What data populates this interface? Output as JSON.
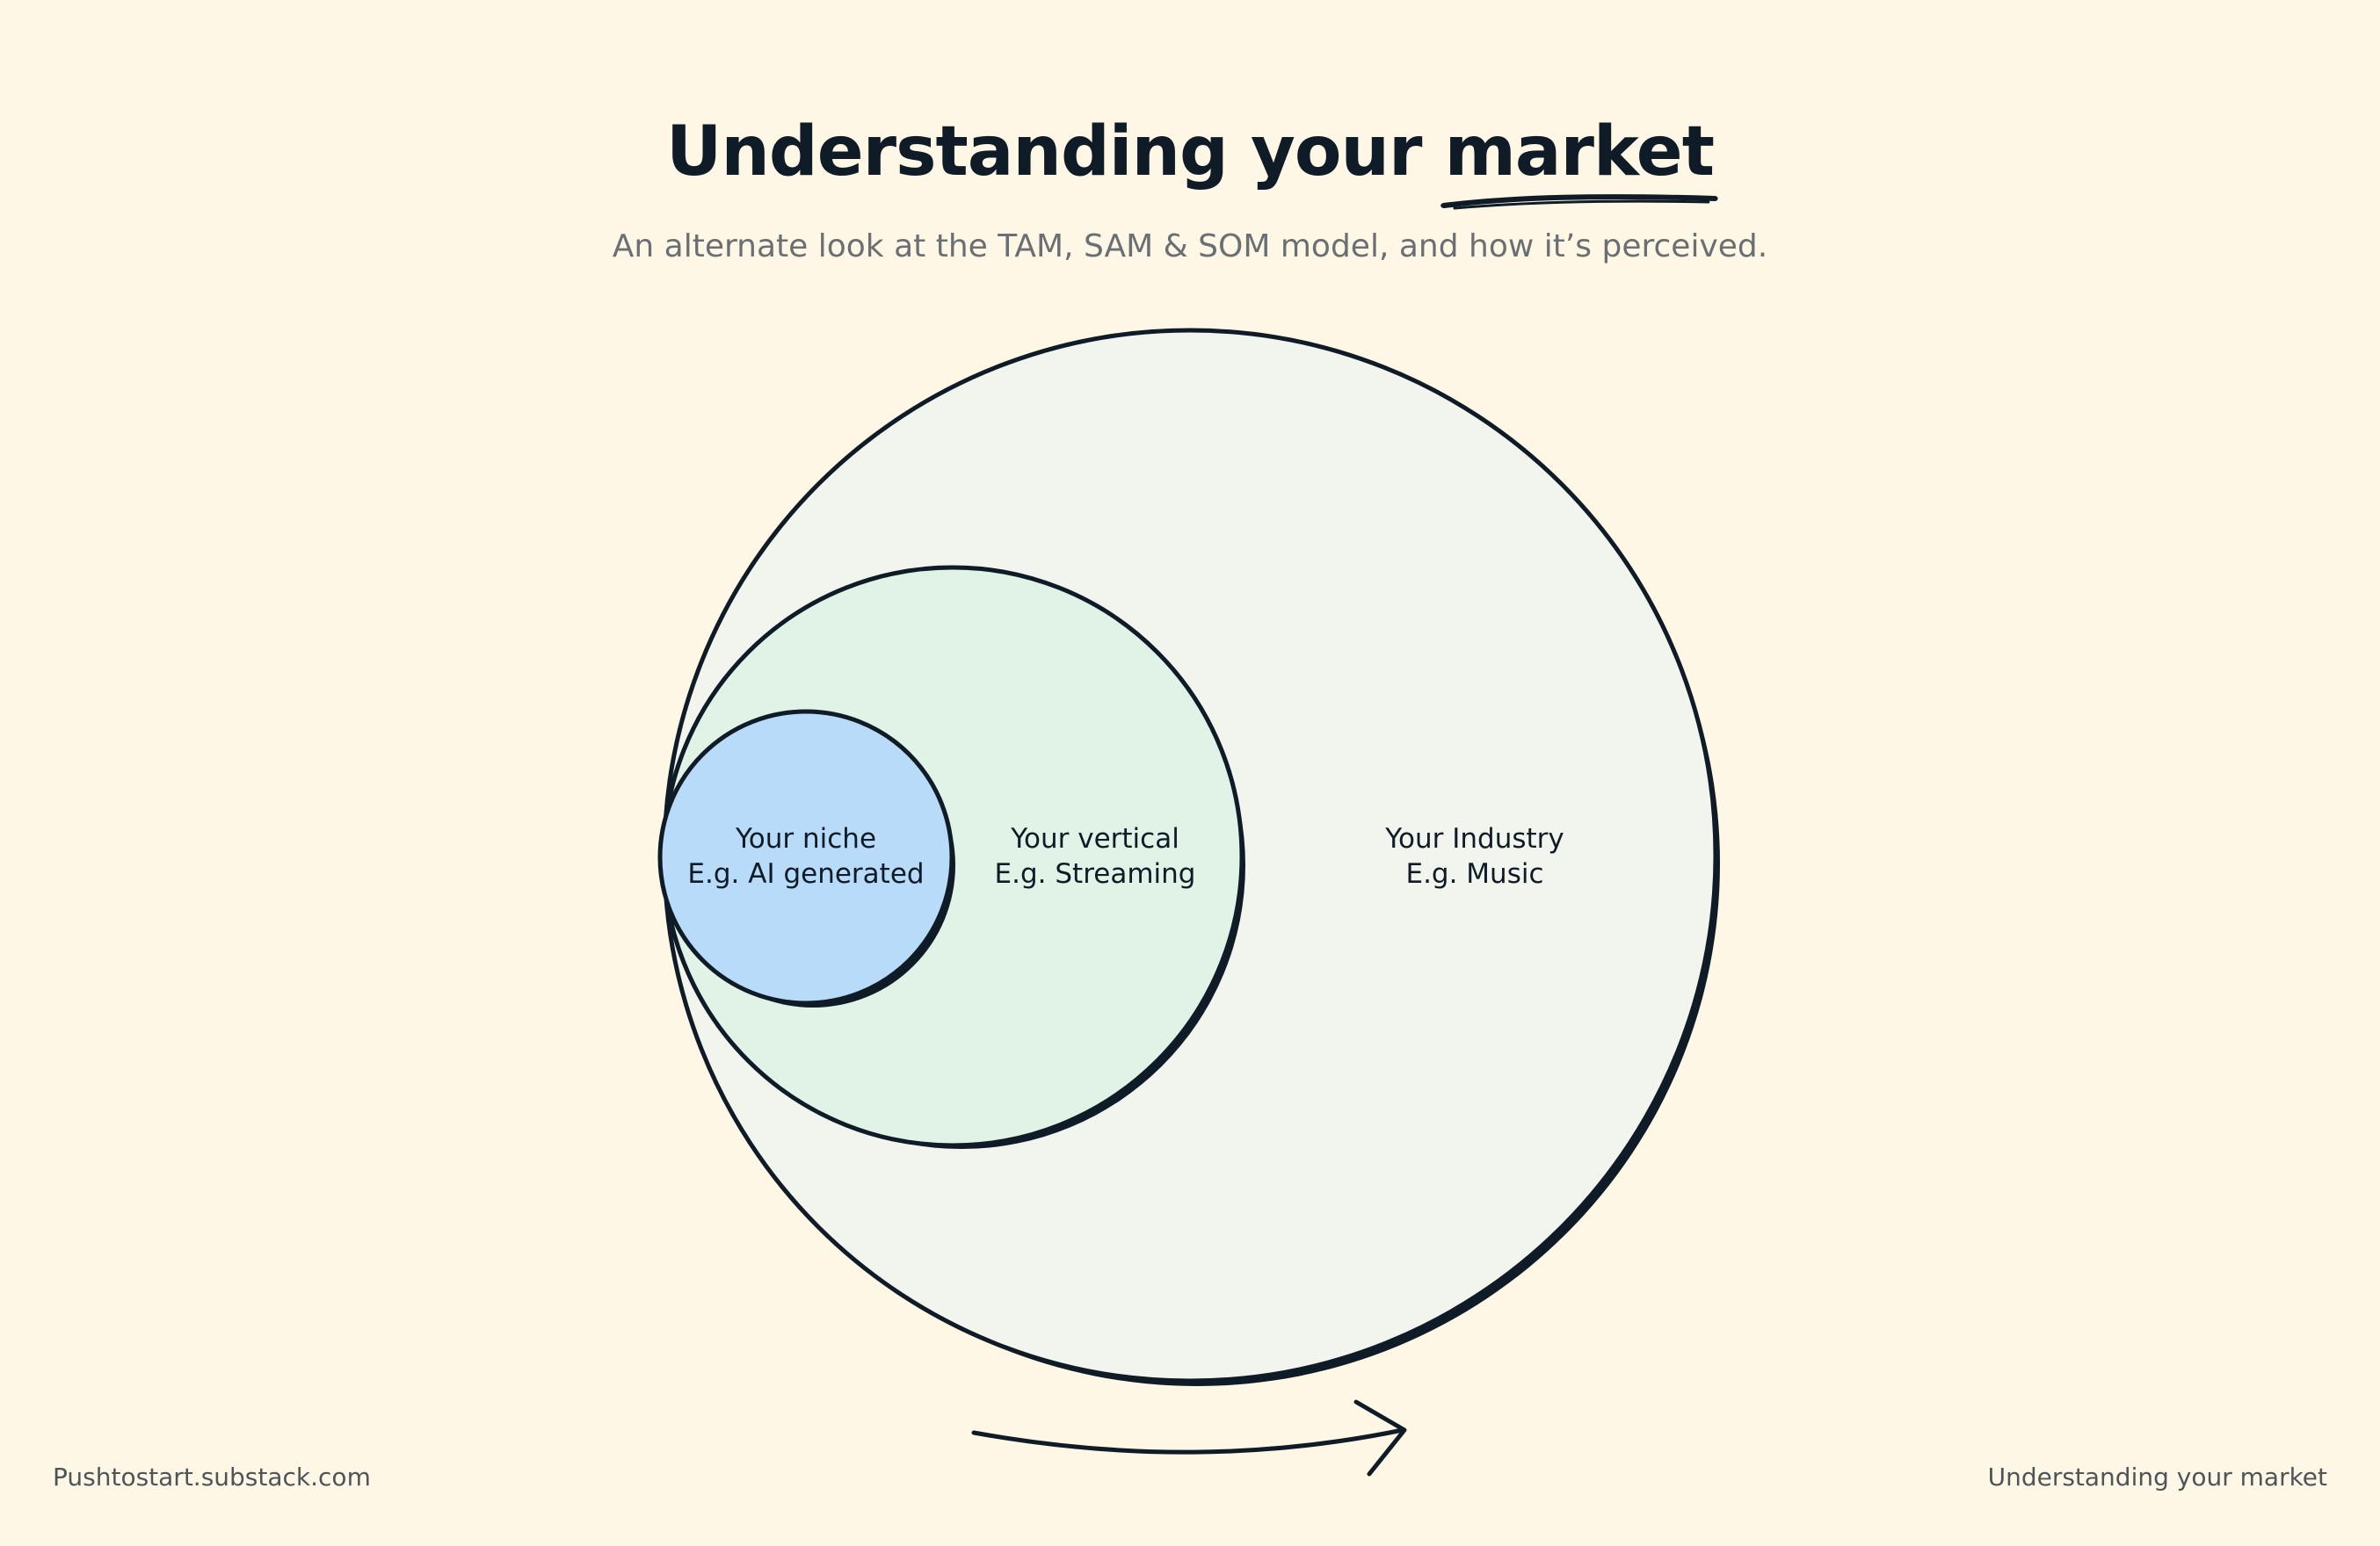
{
  "title": {
    "prefix": "Understanding your",
    "highlight": "market"
  },
  "subtitle": "An alternate look at the TAM, SAM & SOM model, and how it’s perceived.",
  "circles": {
    "industry": {
      "line1": "Your Industry",
      "line2": "E.g. Music",
      "fill": "#f1f5ee"
    },
    "vertical": {
      "line1": "Your vertical",
      "line2": "E.g. Streaming",
      "fill": "#e0f3e6"
    },
    "niche": {
      "line1": "Your niche",
      "line2": "E.g. AI generated",
      "fill": "#b7dbf8"
    }
  },
  "colors": {
    "background": "#fff7e6",
    "stroke": "#0f1b26"
  },
  "icons": [
    "curved-arrow-right-icon"
  ],
  "footer": {
    "left": "Pushtostart.substack.com",
    "right": "Understanding your market"
  }
}
